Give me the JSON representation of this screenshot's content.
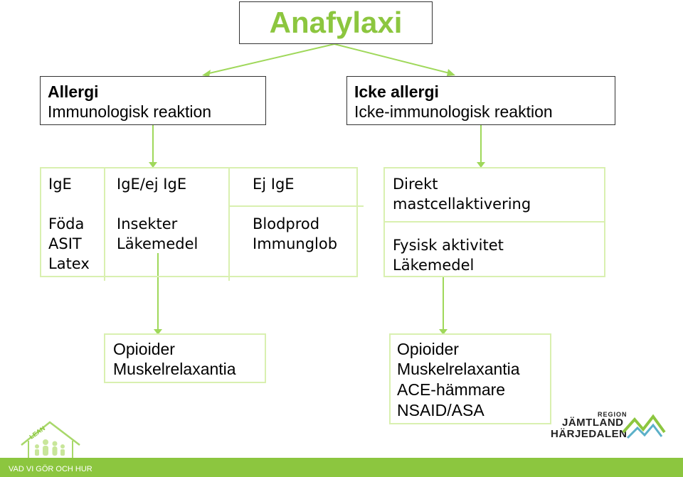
{
  "title": "Anafylaxi",
  "allergi": {
    "heading": "Allergi",
    "sub": "Immunologisk reaktion"
  },
  "icke_allergi": {
    "heading": "Icke allergi",
    "sub": "Icke-immunologisk reaktion"
  },
  "allergi_types": [
    {
      "header": "IgE",
      "items": [
        "Föda",
        "ASIT",
        "Latex"
      ]
    },
    {
      "header": "IgE/ej IgE",
      "items": [
        "Insekter",
        "Läkemedel"
      ]
    },
    {
      "header": "Ej IgE",
      "items": [
        "Blodprod",
        "Immunglob"
      ]
    }
  ],
  "icke_types": {
    "header": [
      "Direkt",
      "mastcellaktivering"
    ],
    "items": [
      "Fysisk aktivitet",
      "Läkemedel"
    ]
  },
  "allergi_drugs": [
    "Opioider",
    "Muskelrelaxantia"
  ],
  "icke_drugs": [
    "Opioider",
    "Muskelrelaxantia",
    "ACE-hämmare",
    "NSAID/ASA"
  ],
  "footer": {
    "text": "VAD VI GÖR OCH HUR",
    "lean_logo": "LEAN"
  },
  "logo": {
    "region": "REGION",
    "line1": "JÄMTLAND",
    "line2": "HÄRJEDALEN"
  },
  "colors": {
    "accent": "#8cc63f",
    "box_border_light": "#d9f0b0",
    "box_border_dark": "#333333"
  }
}
